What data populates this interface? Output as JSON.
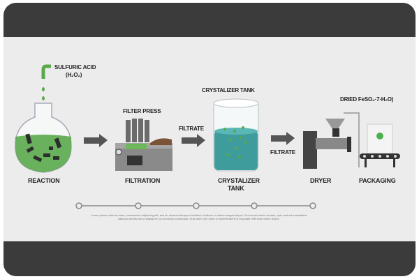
{
  "labels": {
    "acid": "SULFURIC ACID",
    "acid_formula": "(H₂O₂)",
    "filter_press": "FILTER PRESS",
    "filtrate1": "FILTRATE",
    "crystalizer_top": "CRYSTALIZER TANK",
    "filtrate2": "FILTRATE",
    "dried": "DRIED FeSO₄·7·H₂O)",
    "reaction": "REACTION",
    "filtration": "FILTRATION",
    "crystalizer_bottom_1": "CRYSTALIZER",
    "crystalizer_bottom_2": "TANK",
    "dryer": "DRYER",
    "packaging": "PACKAGING"
  },
  "caption": "Lorem ipsum dolor sit amet, consectetur adipiscing elit, sed do eiusmod tempor incididunt ut labore et dolore magna aliqua. Ut enim ad minim veniam, quis nostrud exercitation ullamco laboris nisi ut aliquip ex ea commodo consequat. Duis aute irure dolor in reprehenderit in voluptate velit esse cillum dolore.",
  "timeline_steps": 5,
  "colors": {
    "frame": "#3b3b3b",
    "panel": "#ececec",
    "liquid_green": "#5aa84a",
    "tank_liquid": "#3f9c9c",
    "arrow": "#555555"
  }
}
